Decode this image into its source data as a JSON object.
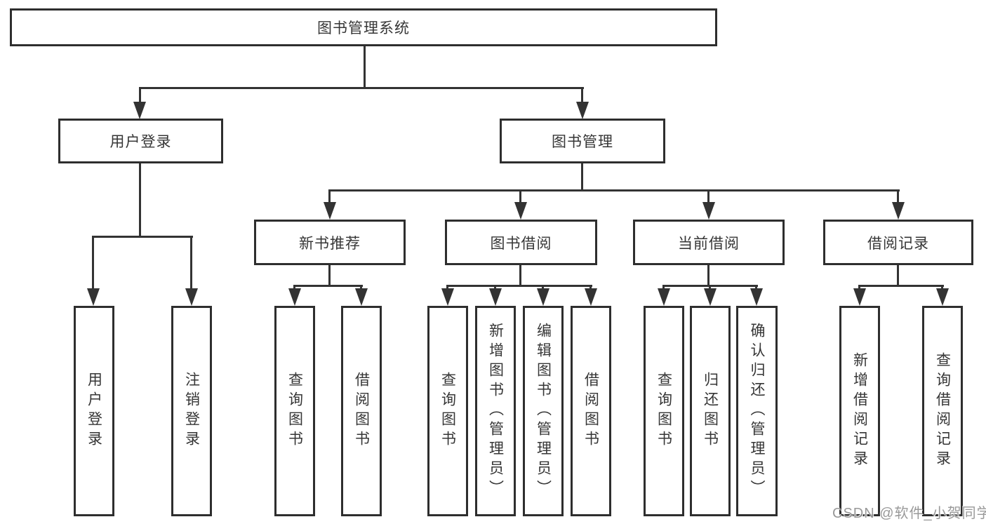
{
  "diagram": {
    "root": {
      "label": "图书管理系统"
    },
    "branches": [
      {
        "label": "用户登录",
        "children": [
          {
            "label": "用户登录"
          },
          {
            "label": "注销登录"
          }
        ]
      },
      {
        "label": "图书管理",
        "children": [
          {
            "label": "新书推荐",
            "children": [
              {
                "label": "查询图书"
              },
              {
                "label": "借阅图书"
              }
            ]
          },
          {
            "label": "图书借阅",
            "children": [
              {
                "label": "查询图书"
              },
              {
                "label": "新增图书（管理员）"
              },
              {
                "label": "编辑图书（管理员）"
              },
              {
                "label": "借阅图书"
              }
            ]
          },
          {
            "label": "当前借阅",
            "children": [
              {
                "label": "查询图书"
              },
              {
                "label": "归还图书"
              },
              {
                "label": "确认归还（管理员）"
              }
            ]
          },
          {
            "label": "借阅记录",
            "children": [
              {
                "label": "新增借阅记录"
              },
              {
                "label": "查询借阅记录"
              }
            ]
          }
        ]
      }
    ]
  },
  "watermark": {
    "text": "CSDN @软件_小贺同学"
  },
  "colors": {
    "line": "#333333",
    "box_border": "#2e2e2e",
    "text": "#363636",
    "background": "#ffffff",
    "watermark": "#8f8f8f"
  }
}
